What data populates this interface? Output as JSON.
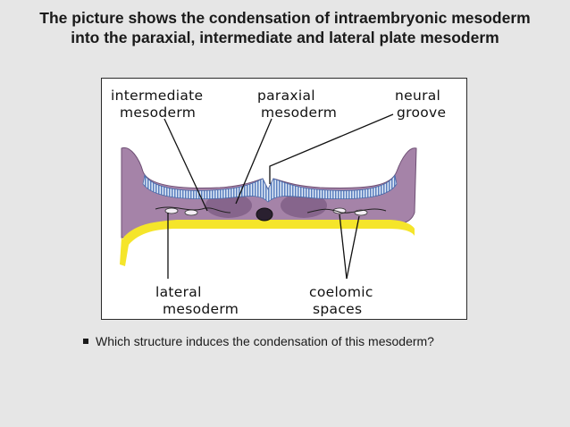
{
  "title": {
    "line1": "The picture shows the condensation of intraembryonic mesoderm",
    "line2": "into the paraxial, intermediate and lateral plate mesoderm"
  },
  "figure": {
    "labels": {
      "intermediate_mesoderm": [
        "intermediate",
        "mesoderm"
      ],
      "paraxial_mesoderm": [
        "paraxial",
        "mesoderm"
      ],
      "neural_groove": [
        "neural",
        "groove"
      ],
      "lateral_mesoderm": [
        "lateral",
        "mesoderm"
      ],
      "coelomic_spaces": [
        "coelomic",
        "spaces"
      ]
    },
    "colors": {
      "mesoderm": "#a583a8",
      "mesoderm_dark": "#7f5f86",
      "ectoderm_stripes": "#5a7fbf",
      "endoderm": "#f5e52a",
      "notochord": "#2a2030"
    }
  },
  "bullet": {
    "text": "Which structure induces the condensation of this mesoderm?"
  }
}
